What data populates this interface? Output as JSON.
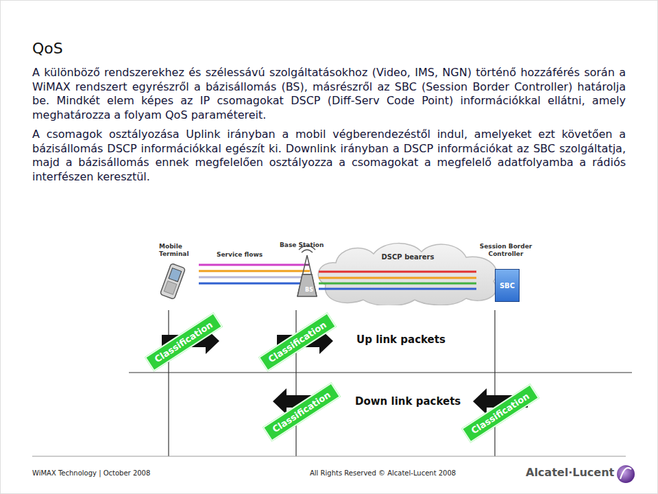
{
  "diagram": {
    "title": "QoS",
    "nodes": [
      {
        "text": [
          "DSCP bearers"
        ]
      },
      {
        "text": [
          "Session Border Controller",
          "SBC"
        ]
      },
      {
        "text": [
          "Classification"
        ]
      },
      {
        "text": [
          "Classification"
        ]
      },
      {
        "text": [
          "Classification"
        ]
      },
      {
        "text": [
          "Classification"
        ]
      }
    ],
    "labels": [
      "A különböző rendszerekhez és szélessávú szolgáltatásokhoz (Video, IMS, NGN) történő hozzáférés során a WiMAX rendszert egyrészről a bázisállomás (BS), másrészről az SBC (Session Border Controller) határolja be. Mindkét elem képes az IP csomagokat DSCP (Diff-Serv Code Point) információkkal ellátni, amely meghatározza a folyam QoS paramétereit.",
      "A csomagok osztályozása Uplink irányban a mobil végberendezéstől indul, amelyeket ezt követően a bázisállomás DSCP információkkal egészít ki. Downlink irányban a DSCP információkat az SBC szolgáltatja, majd a bázisállomás ennek megfelelően osztályozza a csomagokat a megfelelő adatfolyamba a rádiós interfészen keresztül.",
      "Mobile Terminal",
      "Service flows",
      "Base Station",
      "BS",
      "Up link packets",
      "Down link packets",
      "WiMAX Technology | October 2008",
      "All Rights Reserved © Alcatel-Lucent 2008",
      "Alcatel·Lucent"
    ]
  }
}
